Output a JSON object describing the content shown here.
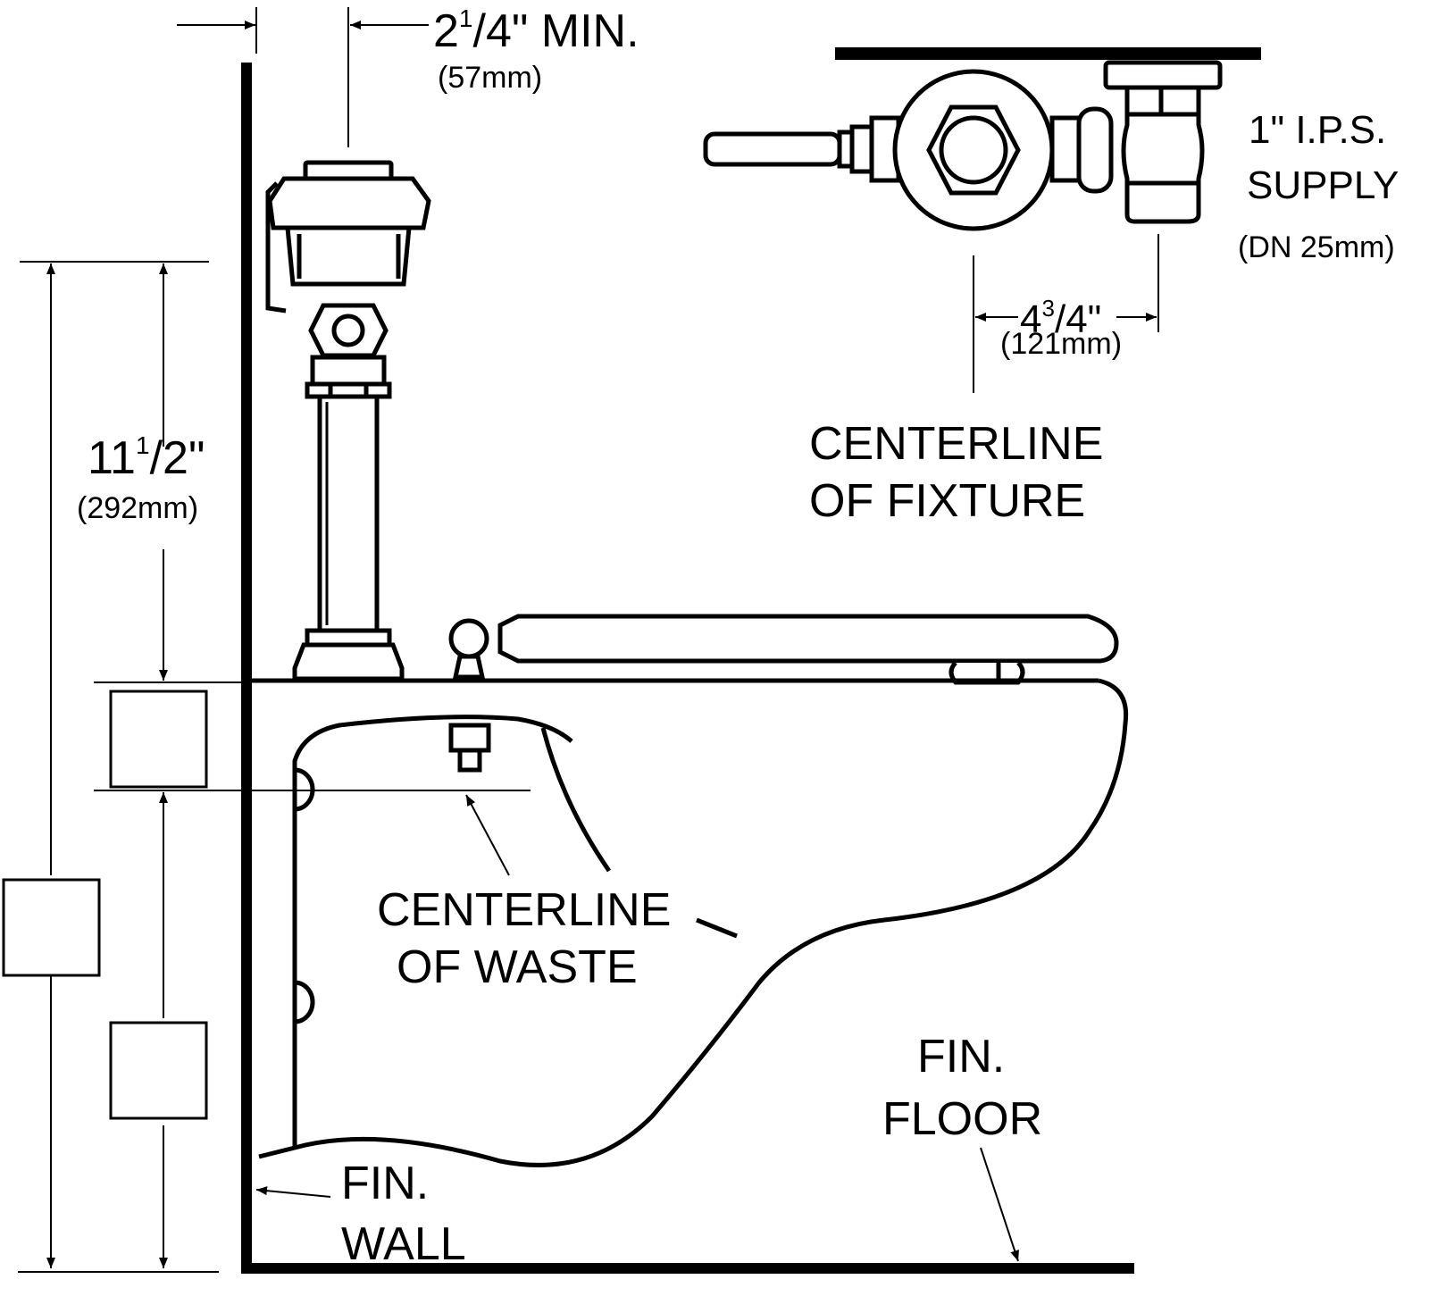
{
  "dimensions": {
    "wall_clearance": {
      "whole": "2",
      "num": "1",
      "den": "4",
      "suffix": "\" MIN.",
      "metric": "(57mm)"
    },
    "supply_height": {
      "whole": "11",
      "num": "1",
      "den": "2",
      "suffix": "\"",
      "metric": "(292mm)"
    },
    "supply_offset": {
      "whole": "4",
      "num": "3",
      "den": "4",
      "suffix": "\"",
      "metric": "(121mm)"
    }
  },
  "labels": {
    "supply": [
      "1\"  I.P.S.",
      "SUPPLY",
      "(DN  25mm)"
    ],
    "centerline_fixture": [
      "CENTERLINE",
      "OF  FIXTURE"
    ],
    "centerline_waste": [
      "CENTERLINE",
      "OF  WASTE"
    ],
    "fin_floor": [
      "FIN.",
      "FLOOR"
    ],
    "fin_wall": [
      "FIN.",
      "WALL"
    ]
  }
}
